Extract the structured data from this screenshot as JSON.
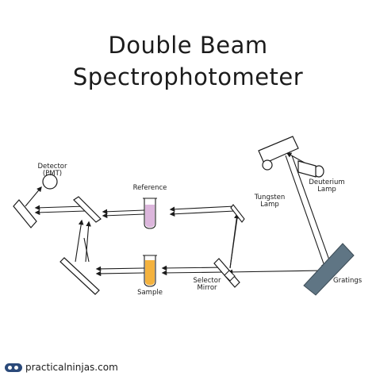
{
  "title": {
    "line1": "Double Beam",
    "line2": "Spectrophotometer"
  },
  "labels": {
    "detector": [
      "Detector",
      "(PMT)"
    ],
    "reference": "Reference",
    "tungsten": [
      "Tungsten",
      "Lamp"
    ],
    "deuterium": [
      "Deuterium",
      "Lamp"
    ],
    "selector": [
      "Selector",
      "Mirror"
    ],
    "sample": "Sample",
    "gratings": "Gratings"
  },
  "colors": {
    "reference_cuvette": "#dcb6dc",
    "sample_cuvette": "#f4b23e",
    "gratings": "#5f7584",
    "mirror": "#ffffff",
    "line": "#1b1b1b"
  },
  "footer": {
    "brand": "practicalninjas.com",
    "logo_icon": "ninja-logo-icon"
  }
}
